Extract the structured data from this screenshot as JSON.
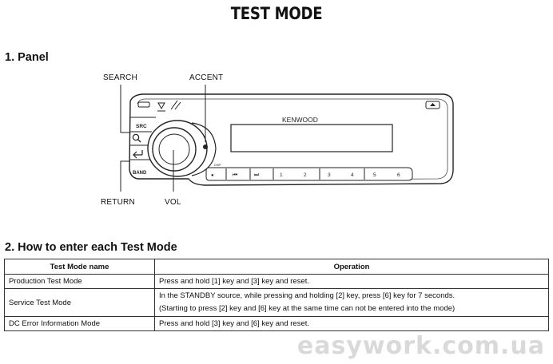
{
  "title": "TEST MODE",
  "sections": {
    "panel_heading": "1. Panel",
    "howto_heading": "2. How to enter each Test Mode"
  },
  "panel": {
    "callouts": {
      "search": "SEARCH",
      "accent": "ACCENT",
      "return": "RETURN",
      "vol": "VOL"
    },
    "device": {
      "brand": "KENWOOD",
      "src_label": "SRC",
      "band_label": "BAND",
      "disp_label": "DISP",
      "keys": [
        "1",
        "2",
        "3",
        "4",
        "5",
        "6"
      ]
    }
  },
  "table": {
    "headers": [
      "Test Mode name",
      "Operation"
    ],
    "rows": [
      {
        "name": "Production Test Mode",
        "operation": [
          "Press and hold [1] key and [3] key and reset."
        ]
      },
      {
        "name": "Service Test Mode",
        "operation": [
          "In the STANDBY source, while pressing and holding [2] key, press [6] key for 7 seconds.",
          "(Starting to press [2] key and [6] key at the same time can not be entered into the mode)"
        ]
      },
      {
        "name": "DC Error Information Mode",
        "operation": [
          "Press and hold [3] key and [6] key and reset."
        ]
      }
    ]
  },
  "watermark": "easywork.com.ua"
}
